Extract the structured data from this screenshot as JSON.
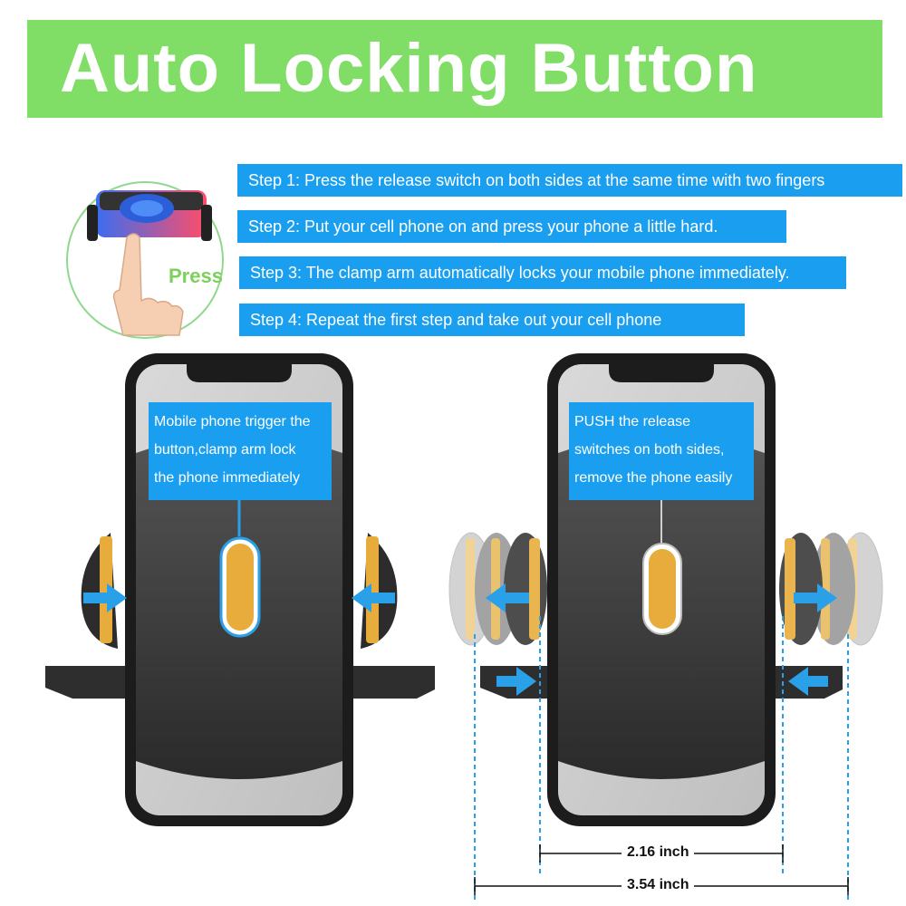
{
  "banner": {
    "title": "Auto Locking Button",
    "color": "#80dd66"
  },
  "press_label": "Press",
  "steps": [
    "Step 1: Press the release switch on both sides at the same time with two fingers",
    "Step 2: Put your cell phone on and press your phone a little hard.",
    "Step 3: The clamp arm automatically locks your mobile phone immediately.",
    "Step 4:  Repeat the first step and take out your cell phone"
  ],
  "left_callout": {
    "lines": [
      "Mobile phone trigger the",
      "button,clamp arm lock",
      "the phone immediately"
    ]
  },
  "right_callout": {
    "lines": [
      "PUSH the release",
      "switches  on both sides,",
      "remove the phone easily"
    ]
  },
  "dimensions": {
    "inner": "2.16 inch",
    "outer": "3.54 inch"
  },
  "colors": {
    "step_box": "#1a9ff0",
    "button": "#e8ac3c",
    "arrow": "#2aa0e8"
  },
  "icons": [
    "phone-icon",
    "finger-press-icon",
    "arrow-icon",
    "clamp-arm-icon"
  ]
}
